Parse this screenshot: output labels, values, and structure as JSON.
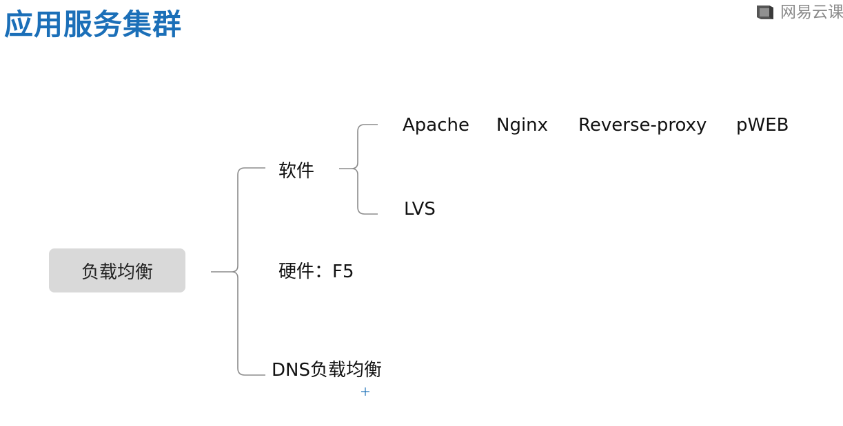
{
  "header": {
    "title": "应用服务集群",
    "title_color": "#1b6fb8"
  },
  "logo": {
    "text": "网易云课",
    "icon": "book-icon",
    "color": "#8a8a8a"
  },
  "diagram": {
    "root": {
      "label": "负载均衡",
      "bg_color": "#d9d9d9"
    },
    "branches": {
      "software": "软件",
      "hardware": "硬件：F5",
      "dns": "DNS负载均衡"
    },
    "software_children": {
      "apache": "Apache",
      "nginx": "Nginx",
      "reverse_proxy": "Reverse-proxy",
      "pweb": "pWEB",
      "lvs": "LVS"
    },
    "line_color": "#8c8c8c",
    "cursor_color": "#1b6fb8"
  }
}
